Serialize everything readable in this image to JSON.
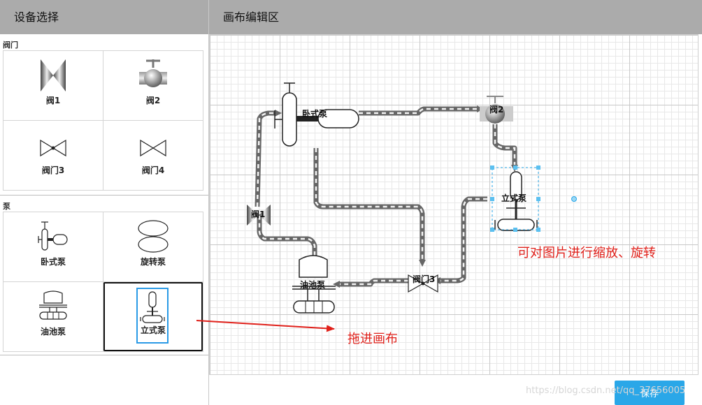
{
  "sidebar": {
    "title": "设备选择",
    "groups": [
      {
        "title": "阀门",
        "items": [
          "阀1",
          "阀2",
          "阀门3",
          "阀门4"
        ]
      },
      {
        "title": "泵",
        "items": [
          "卧式泵",
          "旋转泵",
          "油池泵",
          "立式泵"
        ]
      }
    ],
    "selected_item": "立式泵"
  },
  "canvas": {
    "title": "画布编辑区",
    "nodes": [
      "卧式泵",
      "阀2",
      "立式泵",
      "阀1",
      "油池泵",
      "阀门3"
    ]
  },
  "annotations": {
    "drag_hint": "拖进画布",
    "scale_hint": "可对图片进行缩放、旋转"
  },
  "save_button": "保存",
  "watermark": "https://blog.csdn.net/qq_37656005",
  "colors": {
    "header": "#ababab",
    "save": "#2aa7e8",
    "annotation": "#e0201a",
    "selection": "#2aa7e8"
  }
}
